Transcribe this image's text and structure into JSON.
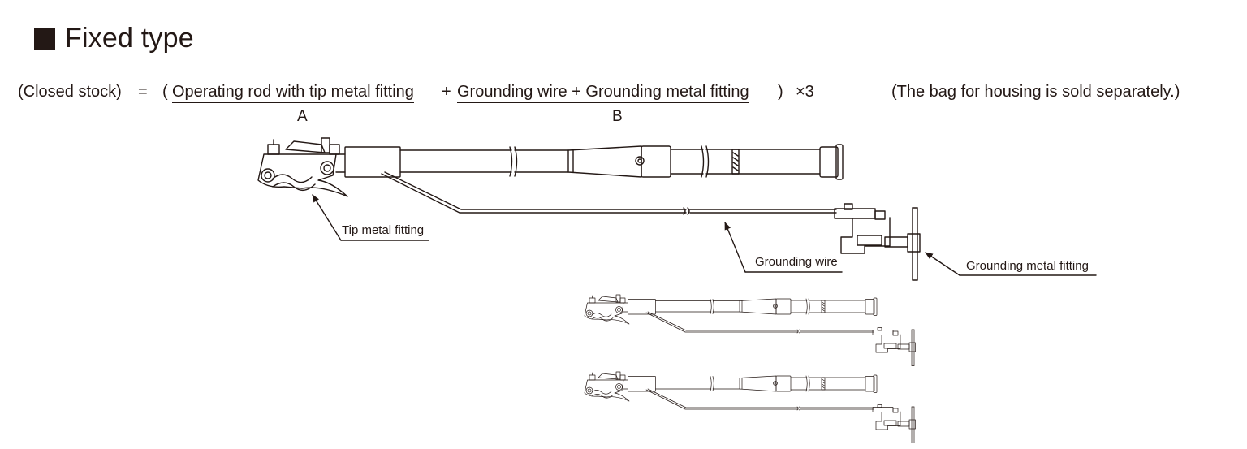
{
  "heading": {
    "title": "Fixed type"
  },
  "formula": {
    "lhs": "(Closed stock)",
    "equals": "=",
    "open_paren": "(",
    "term_a": "Operating rod with tip metal fitting",
    "plus1": "+",
    "term_b": "Grounding wire + Grounding metal fitting",
    "close_paren": ")",
    "multiplier": "×3",
    "label_a": "A",
    "label_b": "B"
  },
  "note": "(The bag for housing is sold separately.)",
  "callouts": {
    "tip": "Tip metal fitting",
    "wire": "Grounding wire",
    "fitting": "Grounding metal fitting"
  },
  "colors": {
    "ink": "#231815",
    "background": "#ffffff"
  }
}
